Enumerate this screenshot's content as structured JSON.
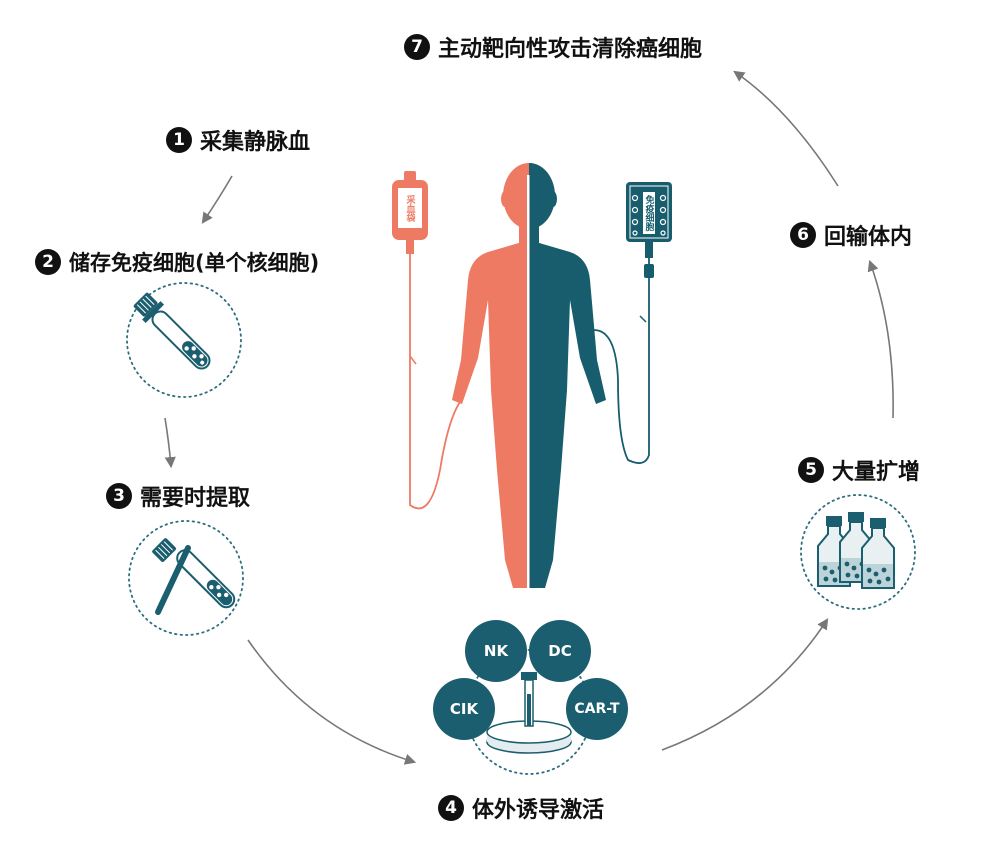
{
  "colors": {
    "salmon": "#ee7a64",
    "teal": "#175d6e",
    "dark": "#111111",
    "arrow": "#777777",
    "dotted": "#2c6e7e"
  },
  "steps": [
    {
      "num": "1",
      "label": "采集静脉血"
    },
    {
      "num": "2",
      "label": "储存免疫细胞(单个核细胞)"
    },
    {
      "num": "3",
      "label": "需要时提取"
    },
    {
      "num": "4",
      "label": "体外诱导激活"
    },
    {
      "num": "5",
      "label": "大量扩增"
    },
    {
      "num": "6",
      "label": "回输体内"
    },
    {
      "num": "7",
      "label": "主动靶向性攻击清除癌细胞"
    }
  ],
  "blood_bag": {
    "label": "采血袋"
  },
  "cell_bag": {
    "label": "免疫细胞"
  },
  "cell_types": [
    "NK",
    "DC",
    "CIK",
    "CAR-T"
  ]
}
